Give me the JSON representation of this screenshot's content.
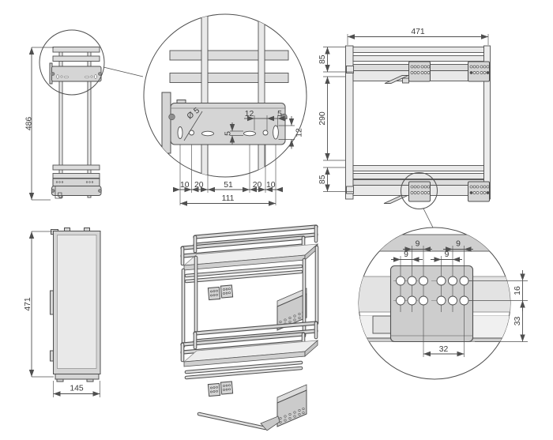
{
  "views": {
    "side_elevation": {
      "dim_height": "486"
    },
    "bracket_detail": {
      "dim_hole_dia": "Ø 5",
      "dim_slot_length": "12",
      "dim_hole_edge": "5",
      "dim_slot_width": "5",
      "dim_slot_height": "12",
      "chain": [
        "10",
        "20",
        "51",
        "20",
        "10"
      ],
      "dim_total": "111"
    },
    "side_view": {
      "dim_depth": "471",
      "dim_top": "85",
      "dim_middle": "290",
      "dim_bottom": "85"
    },
    "front_elevation": {
      "dim_height": "471",
      "dim_width": "145"
    },
    "mounting_detail": {
      "dim_pitch_top_1": "9",
      "dim_pitch_top_2": "9",
      "dim_pitch_low_1": "9",
      "dim_pitch_low_2": "9",
      "dim_row_gap": "16",
      "dim_to_bottom": "33",
      "dim_group": "32"
    }
  },
  "colors": {
    "outline": "#4f4f4f",
    "fill_light": "#dcdcdc",
    "fill_mid": "#cdcdcd",
    "panel": "#e9e9e9",
    "accent_dark": "#8f8f8f",
    "background": "#ffffff"
  }
}
